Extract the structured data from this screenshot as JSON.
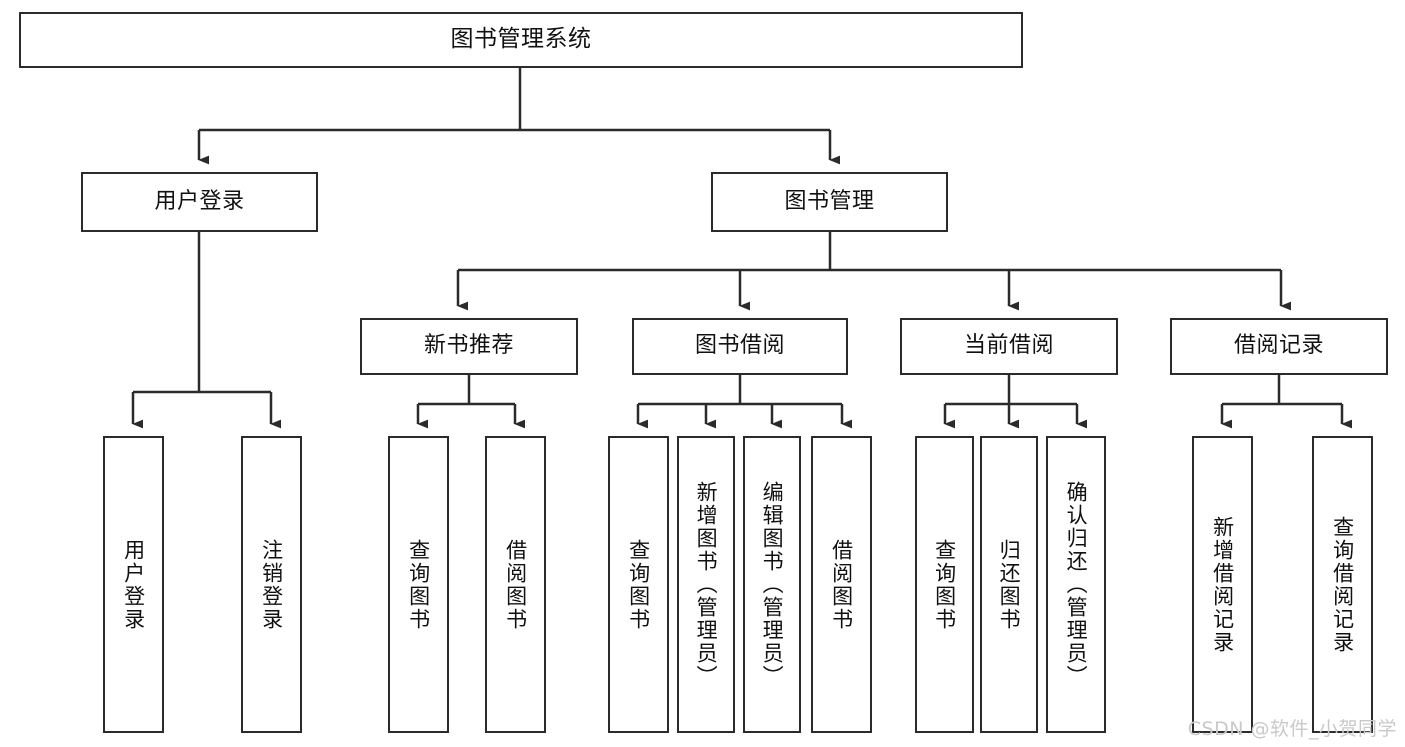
{
  "diagram": {
    "title": "图书管理系统",
    "type": "hierarchical-tree",
    "colors": {
      "stroke": "#2b2b2b",
      "fill": "#ffffff",
      "text": "#111111",
      "watermark": "#c9c9c9"
    },
    "root": {
      "label": "图书管理系统"
    },
    "level2": [
      {
        "label": "用户登录"
      },
      {
        "label": "图书管理"
      }
    ],
    "level3": [
      {
        "label": "新书推荐"
      },
      {
        "label": "图书借阅"
      },
      {
        "label": "当前借阅"
      },
      {
        "label": "借阅记录"
      }
    ],
    "leaves": {
      "user_login": [
        {
          "label": "用户登录"
        },
        {
          "label": "注销登录"
        }
      ],
      "new_book_recommend": [
        {
          "label": "查询图书"
        },
        {
          "label": "借阅图书"
        }
      ],
      "book_borrow": [
        {
          "label": "查询图书"
        },
        {
          "label": "新增图书（管理员）"
        },
        {
          "label": "编辑图书（管理员）"
        },
        {
          "label": "借阅图书"
        }
      ],
      "current_borrow": [
        {
          "label": "查询图书"
        },
        {
          "label": "归还图书"
        },
        {
          "label": "确认归还（管理员）"
        }
      ],
      "borrow_record": [
        {
          "label": "新增借阅记录"
        },
        {
          "label": "查询借阅记录"
        }
      ]
    },
    "watermark": "CSDN @软件_小贺同学"
  }
}
